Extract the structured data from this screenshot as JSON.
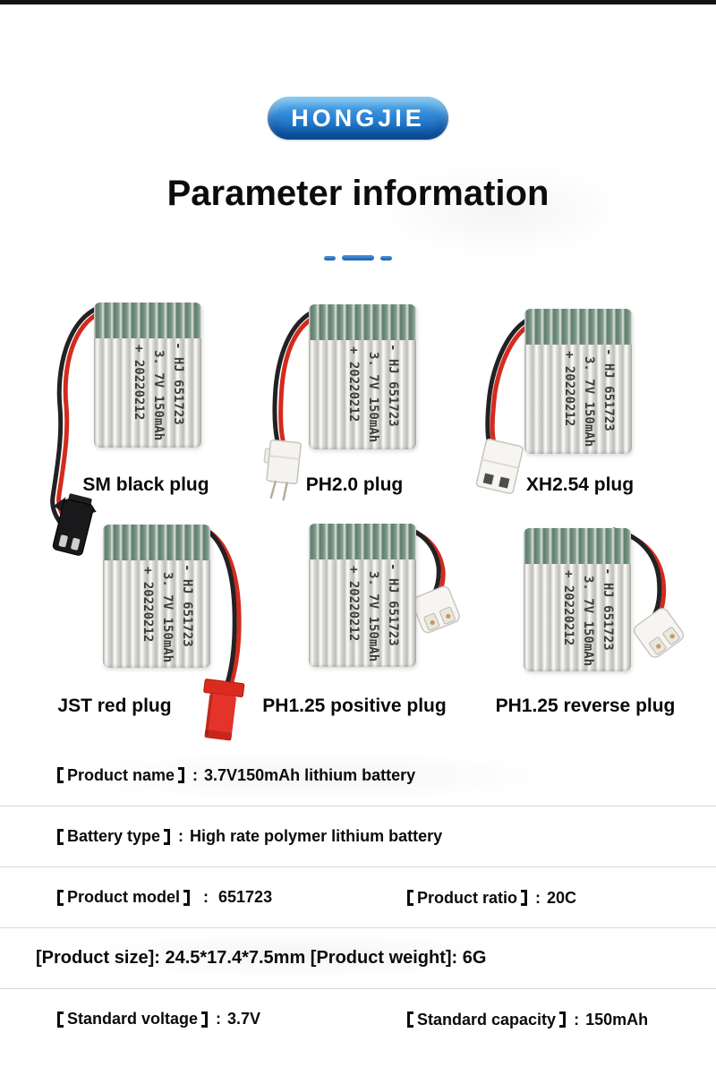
{
  "brand": {
    "logo_text": "HONGJIE",
    "logo_color_top": "#5cb6ee",
    "logo_color_bottom": "#0c5bb4"
  },
  "header": {
    "title": "Parameter information",
    "accent_color": "#1f6fc0"
  },
  "battery_print": {
    "lines": [
      "- HJ 651723",
      "3. 7V 150mAh",
      "+ 20220212"
    ]
  },
  "plugs": [
    {
      "label": "SM black plug"
    },
    {
      "label": "PH2.0 plug"
    },
    {
      "label": "XH2.54 plug"
    },
    {
      "label": "JST red plug"
    },
    {
      "label": "PH1.25 positive plug"
    },
    {
      "label": "PH1.25 reverse plug"
    }
  ],
  "specs": {
    "product_name": {
      "label": "Product name",
      "sep": ":",
      "value": "3.7V150mAh lithium battery"
    },
    "battery_type": {
      "label": "Battery type",
      "sep": ":",
      "value": "High rate polymer lithium battery"
    },
    "product_model": {
      "label": "Product model",
      "sep": ":",
      "value": "651723"
    },
    "product_ratio": {
      "label": "Product ratio",
      "sep": ":",
      "value": "20C"
    },
    "size_weight_line": "[Product size]: 24.5*17.4*7.5mm [Product weight]: 6G",
    "standard_voltage": {
      "label": "Standard voltage",
      "sep": ":",
      "value": "3.7V"
    },
    "standard_capacity": {
      "label": "Standard capacity",
      "sep": ":",
      "value": "150mAh"
    }
  },
  "colors": {
    "top_bar": "#131313",
    "battery_green_band": "#5e7c6c",
    "wire_red": "#d32b1e",
    "wire_black": "#222224",
    "jst_red": "#df2c20",
    "divider": "#d9d9d9"
  }
}
